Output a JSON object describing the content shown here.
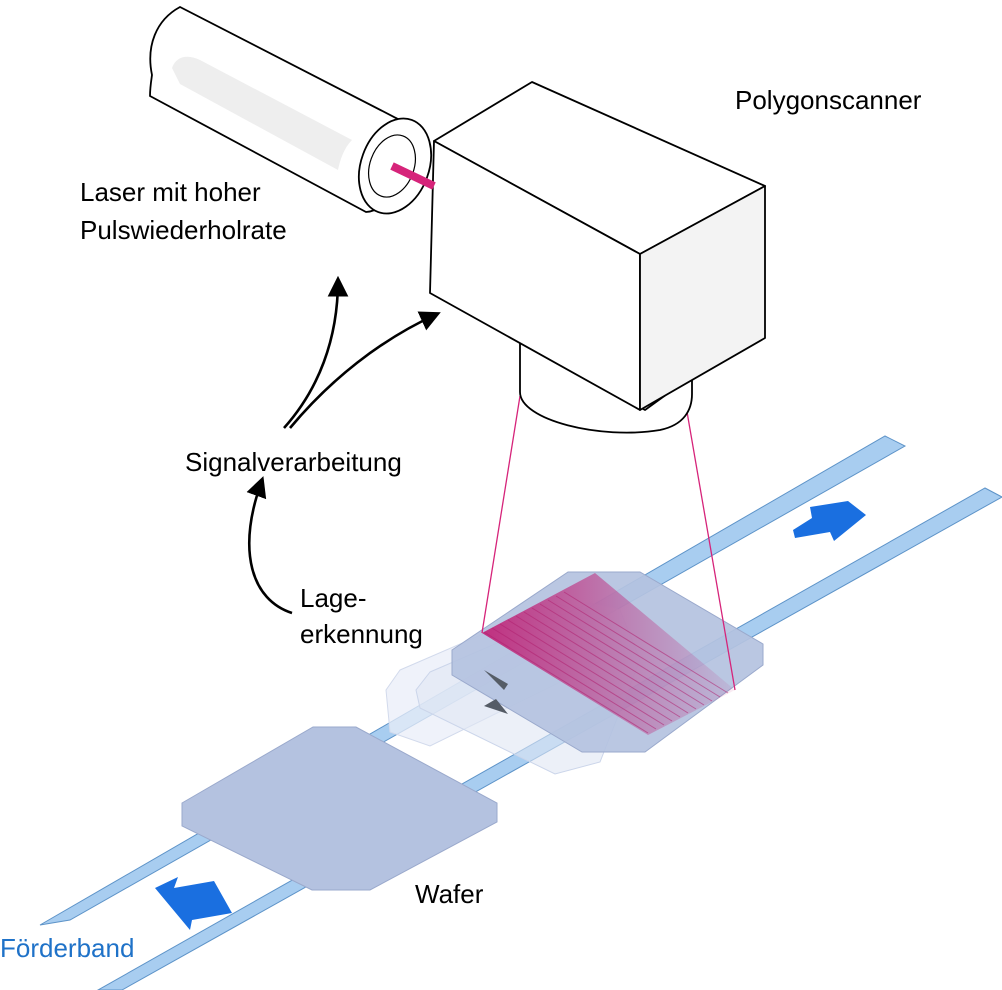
{
  "labels": {
    "polygon_scanner": "Polygonscanner",
    "laser_line1": "Laser mit hoher",
    "laser_line2": "Pulswiederholrate",
    "signal_processing": "Signalverarbeitung",
    "position_line1": "Lage-",
    "position_line2": "erkennung",
    "wafer": "Wafer",
    "conveyor": "Förderband"
  },
  "colors": {
    "laser_beam": "#d6247a",
    "scan_lines": "#c0287a",
    "belt": "#a8cdf0",
    "belt_stroke": "#5d93c8",
    "wafer": "#b4c2e0",
    "arrow_blue": "#1a6fe0",
    "outline": "#000000"
  },
  "icons": {
    "laser_tube": "laser-cylinder-icon",
    "scanner": "scanner-box-icon",
    "direction": "arrow-icon"
  }
}
